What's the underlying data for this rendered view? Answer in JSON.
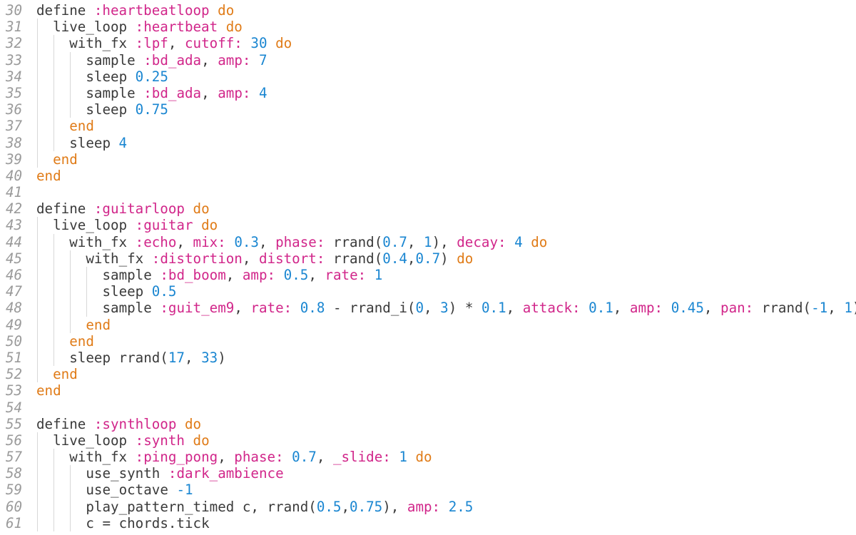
{
  "colors": {
    "background": "#ffffff",
    "plain": "#3a3a3a",
    "keyword": "#e07b17",
    "symbol": "#d1268a",
    "number": "#1a86d1",
    "line_number": "#9a9a9a"
  },
  "lines": [
    {
      "n": "30",
      "indent": 0,
      "tokens": [
        [
          "pl",
          "define "
        ],
        [
          "sym",
          ":heartbeatloop"
        ],
        [
          "pl",
          " "
        ],
        [
          "kw",
          "do"
        ]
      ]
    },
    {
      "n": "31",
      "indent": 1,
      "tokens": [
        [
          "pl",
          "live_loop "
        ],
        [
          "sym",
          ":heartbeat"
        ],
        [
          "pl",
          " "
        ],
        [
          "kw",
          "do"
        ]
      ]
    },
    {
      "n": "32",
      "indent": 2,
      "tokens": [
        [
          "pl",
          "with_fx "
        ],
        [
          "sym",
          ":lpf"
        ],
        [
          "pl",
          ", "
        ],
        [
          "sym",
          "cutoff:"
        ],
        [
          "pl",
          " "
        ],
        [
          "num",
          "30"
        ],
        [
          "pl",
          " "
        ],
        [
          "kw",
          "do"
        ]
      ]
    },
    {
      "n": "33",
      "indent": 3,
      "tokens": [
        [
          "pl",
          "sample "
        ],
        [
          "sym",
          ":bd_ada"
        ],
        [
          "pl",
          ", "
        ],
        [
          "sym",
          "amp:"
        ],
        [
          "pl",
          " "
        ],
        [
          "num",
          "7"
        ]
      ]
    },
    {
      "n": "34",
      "indent": 3,
      "tokens": [
        [
          "pl",
          "sleep "
        ],
        [
          "num",
          "0.25"
        ]
      ]
    },
    {
      "n": "35",
      "indent": 3,
      "tokens": [
        [
          "pl",
          "sample "
        ],
        [
          "sym",
          ":bd_ada"
        ],
        [
          "pl",
          ", "
        ],
        [
          "sym",
          "amp:"
        ],
        [
          "pl",
          " "
        ],
        [
          "num",
          "4"
        ]
      ]
    },
    {
      "n": "36",
      "indent": 3,
      "tokens": [
        [
          "pl",
          "sleep "
        ],
        [
          "num",
          "0.75"
        ]
      ]
    },
    {
      "n": "37",
      "indent": 2,
      "tokens": [
        [
          "kw",
          "end"
        ]
      ]
    },
    {
      "n": "38",
      "indent": 2,
      "tokens": [
        [
          "pl",
          "sleep "
        ],
        [
          "num",
          "4"
        ]
      ]
    },
    {
      "n": "39",
      "indent": 1,
      "tokens": [
        [
          "kw",
          "end"
        ]
      ]
    },
    {
      "n": "40",
      "indent": 0,
      "tokens": [
        [
          "kw",
          "end"
        ]
      ]
    },
    {
      "n": "41",
      "indent": 0,
      "tokens": []
    },
    {
      "n": "42",
      "indent": 0,
      "tokens": [
        [
          "pl",
          "define "
        ],
        [
          "sym",
          ":guitarloop"
        ],
        [
          "pl",
          " "
        ],
        [
          "kw",
          "do"
        ]
      ]
    },
    {
      "n": "43",
      "indent": 1,
      "tokens": [
        [
          "pl",
          "live_loop "
        ],
        [
          "sym",
          ":guitar"
        ],
        [
          "pl",
          " "
        ],
        [
          "kw",
          "do"
        ]
      ]
    },
    {
      "n": "44",
      "indent": 2,
      "tokens": [
        [
          "pl",
          "with_fx "
        ],
        [
          "sym",
          ":echo"
        ],
        [
          "pl",
          ", "
        ],
        [
          "sym",
          "mix:"
        ],
        [
          "pl",
          " "
        ],
        [
          "num",
          "0.3"
        ],
        [
          "pl",
          ", "
        ],
        [
          "sym",
          "phase:"
        ],
        [
          "pl",
          " rrand("
        ],
        [
          "num",
          "0.7"
        ],
        [
          "pl",
          ", "
        ],
        [
          "num",
          "1"
        ],
        [
          "pl",
          "), "
        ],
        [
          "sym",
          "decay:"
        ],
        [
          "pl",
          " "
        ],
        [
          "num",
          "4"
        ],
        [
          "pl",
          " "
        ],
        [
          "kw",
          "do"
        ]
      ]
    },
    {
      "n": "45",
      "indent": 3,
      "tokens": [
        [
          "pl",
          "with_fx "
        ],
        [
          "sym",
          ":distortion"
        ],
        [
          "pl",
          ", "
        ],
        [
          "sym",
          "distort:"
        ],
        [
          "pl",
          " rrand("
        ],
        [
          "num",
          "0.4"
        ],
        [
          "pl",
          ","
        ],
        [
          "num",
          "0.7"
        ],
        [
          "pl",
          ") "
        ],
        [
          "kw",
          "do"
        ]
      ]
    },
    {
      "n": "46",
      "indent": 4,
      "tokens": [
        [
          "pl",
          "sample "
        ],
        [
          "sym",
          ":bd_boom"
        ],
        [
          "pl",
          ", "
        ],
        [
          "sym",
          "amp:"
        ],
        [
          "pl",
          " "
        ],
        [
          "num",
          "0.5"
        ],
        [
          "pl",
          ", "
        ],
        [
          "sym",
          "rate:"
        ],
        [
          "pl",
          " "
        ],
        [
          "num",
          "1"
        ]
      ]
    },
    {
      "n": "47",
      "indent": 4,
      "tokens": [
        [
          "pl",
          "sleep "
        ],
        [
          "num",
          "0.5"
        ]
      ]
    },
    {
      "n": "48",
      "indent": 4,
      "tokens": [
        [
          "pl",
          "sample "
        ],
        [
          "sym",
          ":guit_em9"
        ],
        [
          "pl",
          ", "
        ],
        [
          "sym",
          "rate:"
        ],
        [
          "pl",
          " "
        ],
        [
          "num",
          "0.8"
        ],
        [
          "pl",
          " - rrand_i("
        ],
        [
          "num",
          "0"
        ],
        [
          "pl",
          ", "
        ],
        [
          "num",
          "3"
        ],
        [
          "pl",
          ") * "
        ],
        [
          "num",
          "0.1"
        ],
        [
          "pl",
          ", "
        ],
        [
          "sym",
          "attack:"
        ],
        [
          "pl",
          " "
        ],
        [
          "num",
          "0.1"
        ],
        [
          "pl",
          ", "
        ],
        [
          "sym",
          "amp:"
        ],
        [
          "pl",
          " "
        ],
        [
          "num",
          "0.45"
        ],
        [
          "pl",
          ", "
        ],
        [
          "sym",
          "pan:"
        ],
        [
          "pl",
          " rrand("
        ],
        [
          "num",
          "-1"
        ],
        [
          "pl",
          ", "
        ],
        [
          "num",
          "1"
        ],
        [
          "pl",
          ")"
        ]
      ]
    },
    {
      "n": "49",
      "indent": 3,
      "tokens": [
        [
          "kw",
          "end"
        ]
      ]
    },
    {
      "n": "50",
      "indent": 2,
      "tokens": [
        [
          "kw",
          "end"
        ]
      ]
    },
    {
      "n": "51",
      "indent": 2,
      "tokens": [
        [
          "pl",
          "sleep rrand("
        ],
        [
          "num",
          "17"
        ],
        [
          "pl",
          ", "
        ],
        [
          "num",
          "33"
        ],
        [
          "pl",
          ")"
        ]
      ]
    },
    {
      "n": "52",
      "indent": 1,
      "tokens": [
        [
          "kw",
          "end"
        ]
      ]
    },
    {
      "n": "53",
      "indent": 0,
      "tokens": [
        [
          "kw",
          "end"
        ]
      ]
    },
    {
      "n": "54",
      "indent": 0,
      "tokens": []
    },
    {
      "n": "55",
      "indent": 0,
      "tokens": [
        [
          "pl",
          "define "
        ],
        [
          "sym",
          ":synthloop"
        ],
        [
          "pl",
          " "
        ],
        [
          "kw",
          "do"
        ]
      ]
    },
    {
      "n": "56",
      "indent": 1,
      "tokens": [
        [
          "pl",
          "live_loop "
        ],
        [
          "sym",
          ":synth"
        ],
        [
          "pl",
          " "
        ],
        [
          "kw",
          "do"
        ]
      ]
    },
    {
      "n": "57",
      "indent": 2,
      "tokens": [
        [
          "pl",
          "with_fx "
        ],
        [
          "sym",
          ":ping_pong"
        ],
        [
          "pl",
          ", "
        ],
        [
          "sym",
          "phase:"
        ],
        [
          "pl",
          " "
        ],
        [
          "num",
          "0.7"
        ],
        [
          "pl",
          ", "
        ],
        [
          "sym",
          "_slide:"
        ],
        [
          "pl",
          " "
        ],
        [
          "num",
          "1"
        ],
        [
          "pl",
          " "
        ],
        [
          "kw",
          "do"
        ]
      ]
    },
    {
      "n": "58",
      "indent": 3,
      "tokens": [
        [
          "pl",
          "use_synth "
        ],
        [
          "sym",
          ":dark_ambience"
        ]
      ]
    },
    {
      "n": "59",
      "indent": 3,
      "tokens": [
        [
          "pl",
          "use_octave "
        ],
        [
          "num",
          "-1"
        ]
      ]
    },
    {
      "n": "60",
      "indent": 3,
      "tokens": [
        [
          "pl",
          "play_pattern_timed c, rrand("
        ],
        [
          "num",
          "0.5"
        ],
        [
          "pl",
          ","
        ],
        [
          "num",
          "0.75"
        ],
        [
          "pl",
          "), "
        ],
        [
          "sym",
          "amp:"
        ],
        [
          "pl",
          " "
        ],
        [
          "num",
          "2.5"
        ]
      ]
    },
    {
      "n": "61",
      "indent": 3,
      "tokens": [
        [
          "pl",
          "c = chords.tick"
        ]
      ]
    }
  ]
}
